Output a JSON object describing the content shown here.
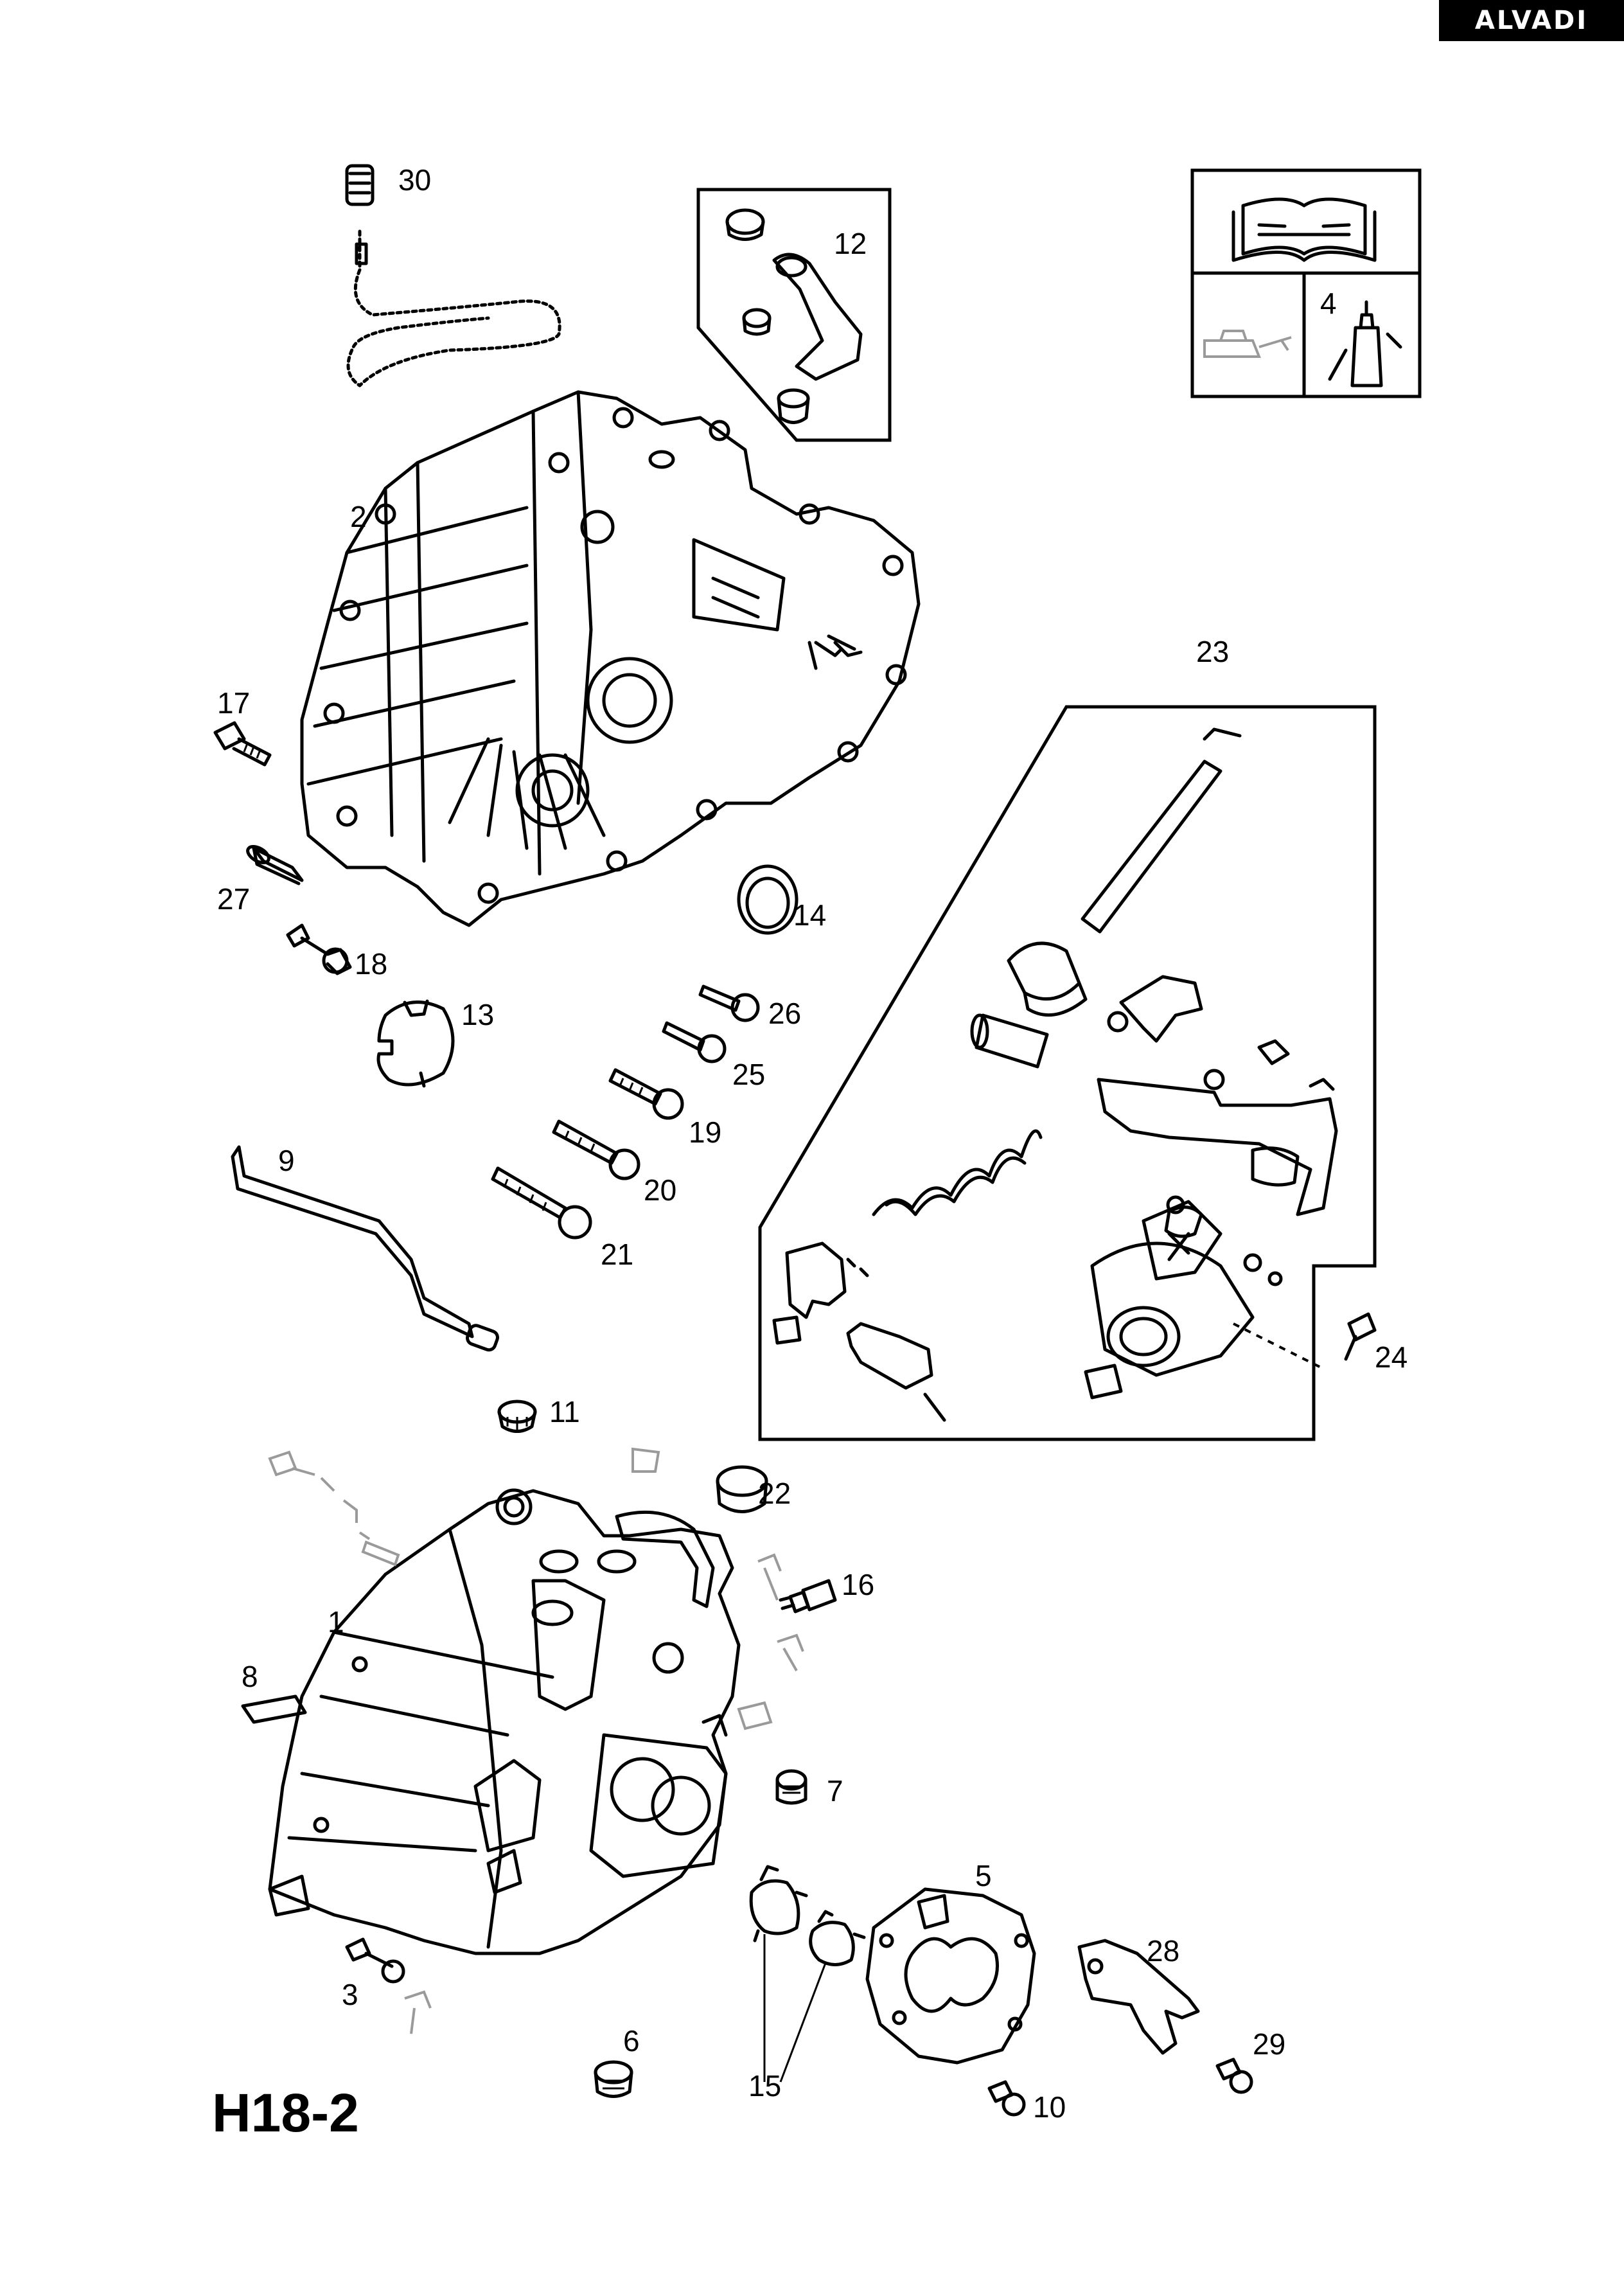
{
  "brand": "ALVADI",
  "page_code": "H18-2",
  "callouts": [
    {
      "id": "30",
      "text": "30"
    },
    {
      "id": "12",
      "text": "12"
    },
    {
      "id": "4",
      "text": "4"
    },
    {
      "id": "2",
      "text": "2"
    },
    {
      "id": "23",
      "text": "23"
    },
    {
      "id": "17",
      "text": "17"
    },
    {
      "id": "27",
      "text": "27"
    },
    {
      "id": "14",
      "text": "14"
    },
    {
      "id": "18",
      "text": "18"
    },
    {
      "id": "26",
      "text": "26"
    },
    {
      "id": "13",
      "text": "13"
    },
    {
      "id": "25",
      "text": "25"
    },
    {
      "id": "19",
      "text": "19"
    },
    {
      "id": "9",
      "text": "9"
    },
    {
      "id": "20",
      "text": "20"
    },
    {
      "id": "21",
      "text": "21"
    },
    {
      "id": "24",
      "text": "24"
    },
    {
      "id": "11",
      "text": "11"
    },
    {
      "id": "22",
      "text": "22"
    },
    {
      "id": "16",
      "text": "16"
    },
    {
      "id": "1",
      "text": "1"
    },
    {
      "id": "8",
      "text": "8"
    },
    {
      "id": "7",
      "text": "7"
    },
    {
      "id": "5",
      "text": "5"
    },
    {
      "id": "28",
      "text": "28"
    },
    {
      "id": "3",
      "text": "3"
    },
    {
      "id": "6",
      "text": "6"
    },
    {
      "id": "29",
      "text": "29"
    },
    {
      "id": "15",
      "text": "15"
    },
    {
      "id": "10",
      "text": "10"
    }
  ],
  "icons": [
    "service-manual-icon",
    "oil-can-icon",
    "sealant-bottle-icon"
  ]
}
